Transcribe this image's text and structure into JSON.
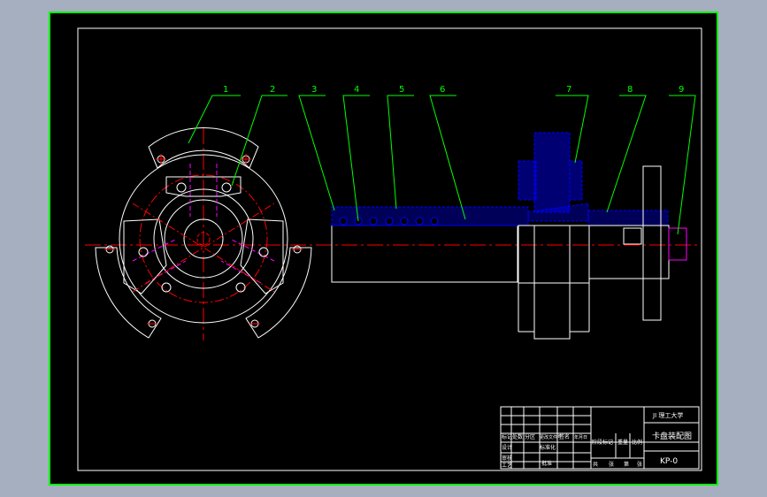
{
  "colors": {
    "background": "#a6afc0",
    "sheet": "#000000",
    "border": "#00ff00",
    "leader": "#00ff00",
    "line": "#ffffff",
    "center": "#ff0000",
    "hatch": "#0000ff",
    "magenta": "#ff00ff"
  },
  "part_numbers": [
    "1",
    "2",
    "3",
    "4",
    "5",
    "6",
    "7",
    "8",
    "9"
  ],
  "title_block": {
    "school": "JI 理工大学",
    "drawing_name": "卡盘装配图",
    "drawing_code": "KP-0",
    "row_labels": [
      "标记",
      "处数",
      "分区",
      "更改文件号",
      "签名",
      "年月日"
    ],
    "row_labels_2": [
      "设计",
      "标准化",
      "阶段标记",
      "重量",
      "比例"
    ],
    "row_labels_3": [
      "审核",
      "工艺",
      "批准"
    ],
    "sheet_labels": [
      "共",
      "张",
      "第",
      "张"
    ]
  }
}
